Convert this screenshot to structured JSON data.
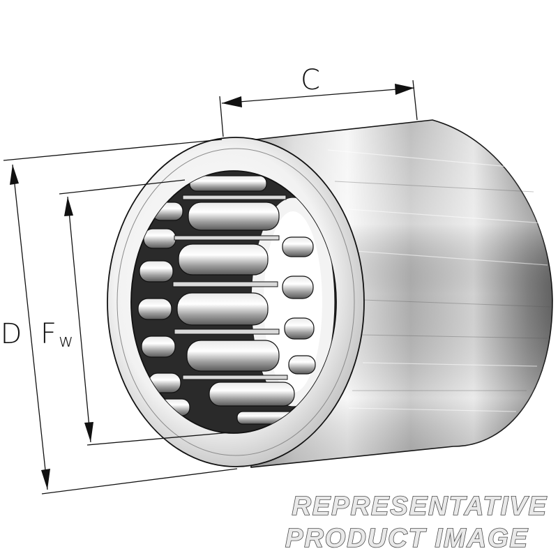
{
  "dimensions": {
    "c_label": "C",
    "d_label": "D",
    "fw_label": "F",
    "fw_subscript": "w"
  },
  "watermark": {
    "line1": "REPRESENTATIVE",
    "line2": "PRODUCT IMAGE"
  },
  "colors": {
    "line": "#111111",
    "shell_light": "#f4f4f4",
    "shell_mid": "#bdbdbd",
    "shell_dark": "#6e6e6e",
    "bore_dark": "#262626"
  }
}
